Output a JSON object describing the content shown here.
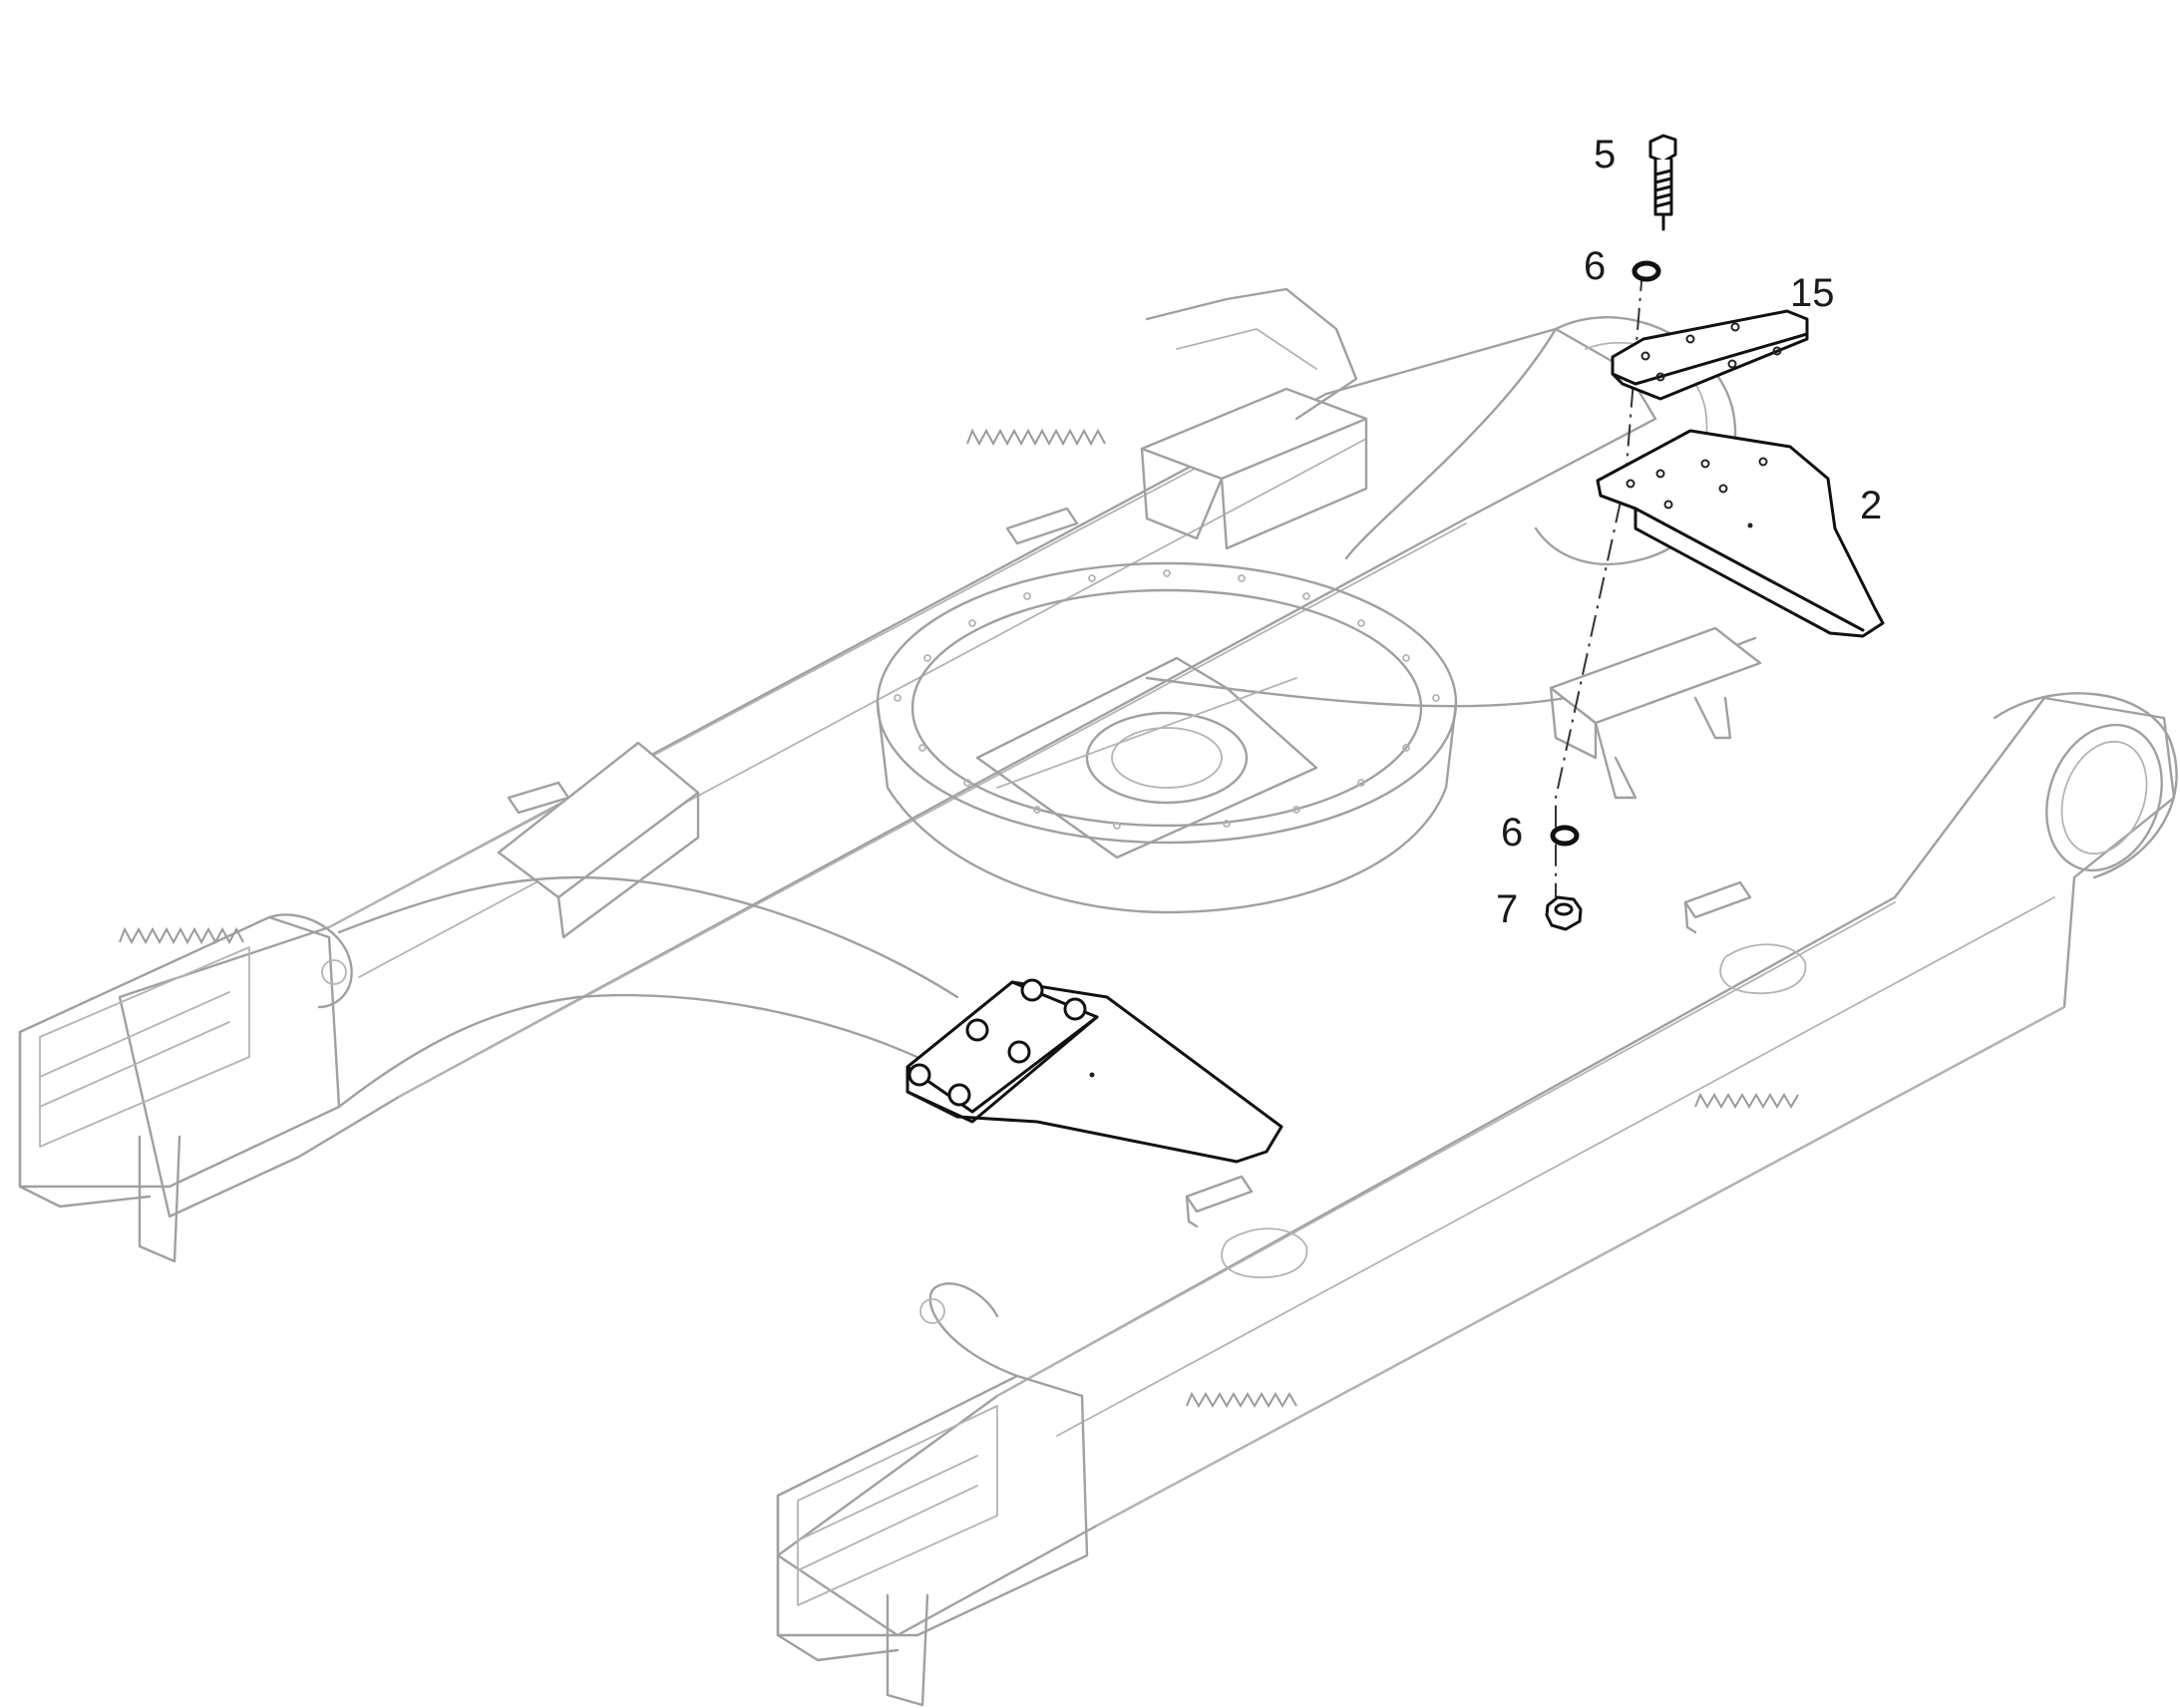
{
  "callouts": {
    "bolt": "5",
    "washer_top": "6",
    "plate": "15",
    "bracket": "2",
    "washer_bottom": "6",
    "nut": "7"
  }
}
